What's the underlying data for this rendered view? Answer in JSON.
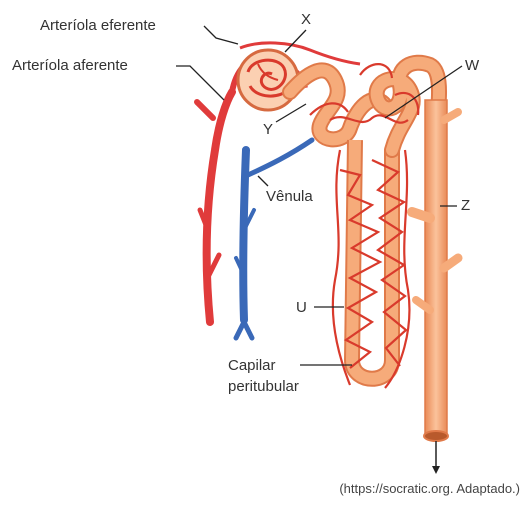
{
  "labels": {
    "arteriola_eferente": "Arteríola eferente",
    "arteriola_aferente": "Arteríola aferente",
    "x": "X",
    "w": "W",
    "y": "Y",
    "venula": "Vênula",
    "z": "Z",
    "u": "U",
    "capilar_line1": "Capilar",
    "capilar_line2": "peritubular"
  },
  "credit": "(https://socratic.org. Adaptado.)",
  "colors": {
    "artery": "#e03b3b",
    "vein": "#3a69b8",
    "tubule": "#f6ab7a",
    "tubule_edge": "#e07a49",
    "capillary": "#d93a2c"
  }
}
